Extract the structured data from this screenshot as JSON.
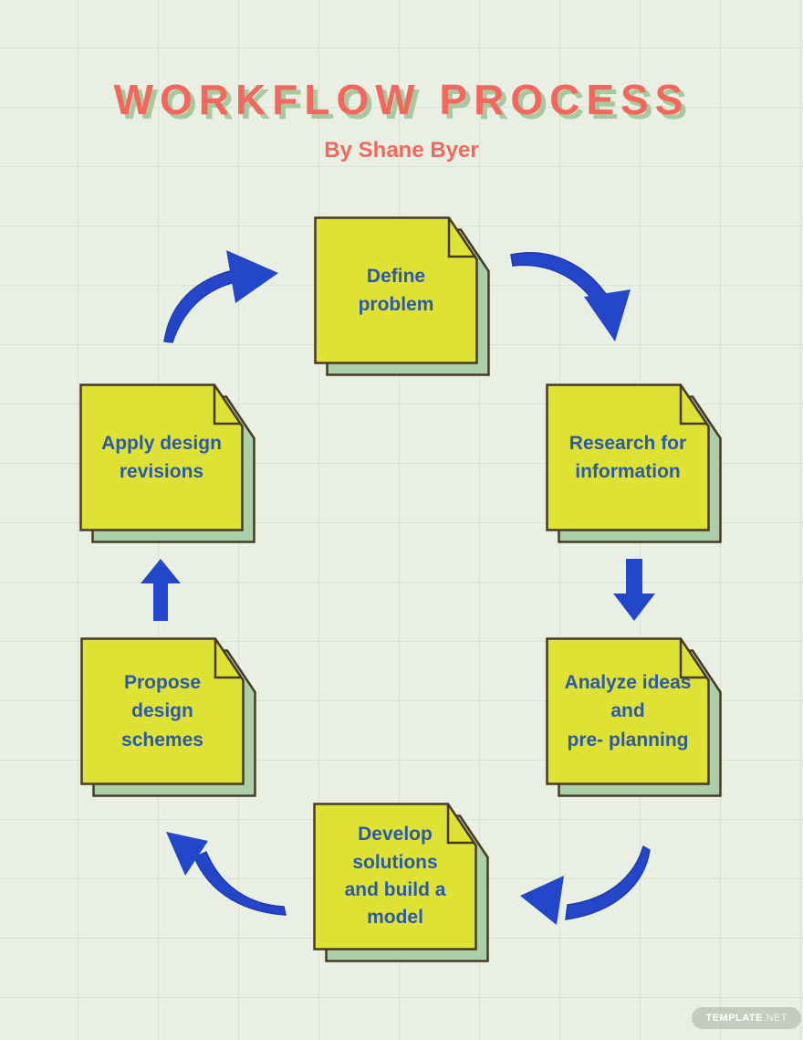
{
  "page": {
    "title": "WORKFLOW PROCESS",
    "subtitle": "By Shane Byer",
    "watermark": {
      "bold": "TEMPLATE",
      "light": ".NET"
    }
  },
  "colors": {
    "background": "#e9f0e3",
    "grid_line": "#d6e3d1",
    "title_coral": "#f2685c",
    "title_shadow_green": "#a8c8a0",
    "note_fill": "#dde234",
    "note_border": "#473a24",
    "note_shadow_fill": "#abcfa6",
    "note_text_blue": "#2b59ab",
    "arrow_blue": "#2447c9"
  },
  "diagram": {
    "notes": [
      {
        "id": "define-problem",
        "text": "Define\nproblem"
      },
      {
        "id": "research-information",
        "text": "Research for\ninformation"
      },
      {
        "id": "analyze-ideas",
        "text": "Analyze ideas\nand\npre- planning"
      },
      {
        "id": "develop-solutions",
        "text": "Develop\nsolutions\nand build a\nmodel"
      },
      {
        "id": "propose-schemes",
        "text": "Propose\ndesign\nschemes"
      },
      {
        "id": "apply-revisions",
        "text": "Apply design\nrevisions"
      }
    ],
    "arrows": [
      {
        "from": "apply-revisions",
        "to": "define-problem",
        "style": "curved"
      },
      {
        "from": "define-problem",
        "to": "research-information",
        "style": "curved"
      },
      {
        "from": "research-information",
        "to": "analyze-ideas",
        "style": "straight-down"
      },
      {
        "from": "analyze-ideas",
        "to": "develop-solutions",
        "style": "curved"
      },
      {
        "from": "develop-solutions",
        "to": "propose-schemes",
        "style": "curved"
      },
      {
        "from": "propose-schemes",
        "to": "apply-revisions",
        "style": "straight-up"
      }
    ]
  }
}
